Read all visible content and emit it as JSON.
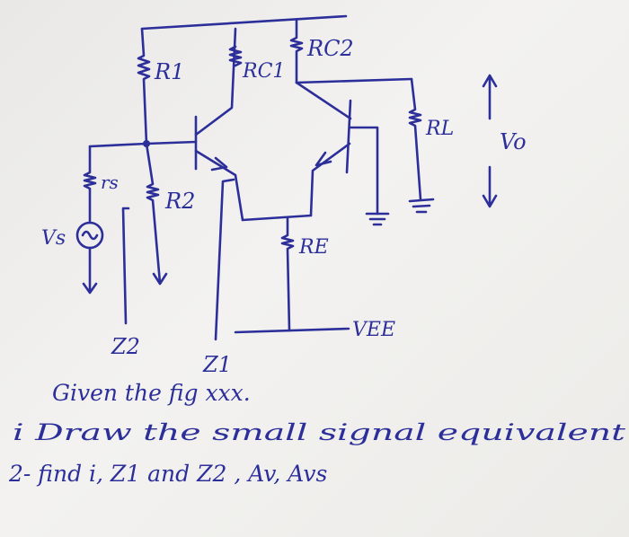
{
  "labels": {
    "r1": "R1",
    "rc1": "RC1",
    "rc2": "RC2",
    "rl": "RL",
    "rs": "rs",
    "r2": "R2",
    "re": "RE",
    "vs": "Vs",
    "vo": "Vo",
    "vee": "VEE",
    "z1": "Z1",
    "z2": "Z2"
  },
  "notes": {
    "line1": "Given the fig xxx.",
    "line2": "i Draw the small signal equivalent",
    "line3": "2- find i, Z1 and Z2 , Av, Avs"
  },
  "ink_color": "#2c2f9a"
}
